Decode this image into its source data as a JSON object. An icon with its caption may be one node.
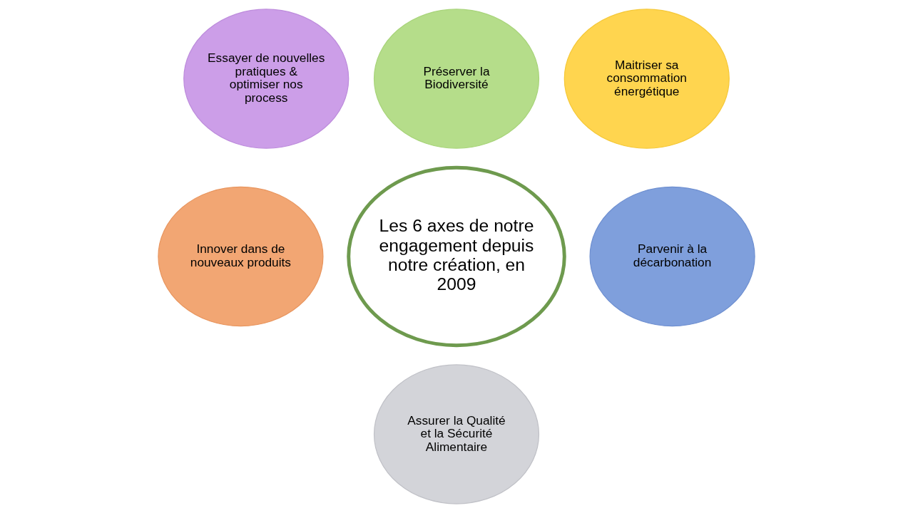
{
  "diagram": {
    "nodes": [
      {
        "text": [
          "Les 6 axes de notre engagement depuis notre création, en 2009"
        ]
      },
      {
        "text": [
          "Préserver la Biodiversité"
        ]
      },
      {
        "text": [
          "Maitriser sa consommation énergétique"
        ]
      },
      {
        "text": [
          "Parvenir à la décarbonation"
        ]
      },
      {
        "text": [
          "Assurer la Qualité et la Sécurité Alimentaire"
        ]
      },
      {
        "text": [
          "Innover dans de nouveaux produits"
        ]
      },
      {
        "text": [
          "Essayer de nouvelles pratiques & optimiser nos process"
        ]
      }
    ],
    "edges": []
  }
}
